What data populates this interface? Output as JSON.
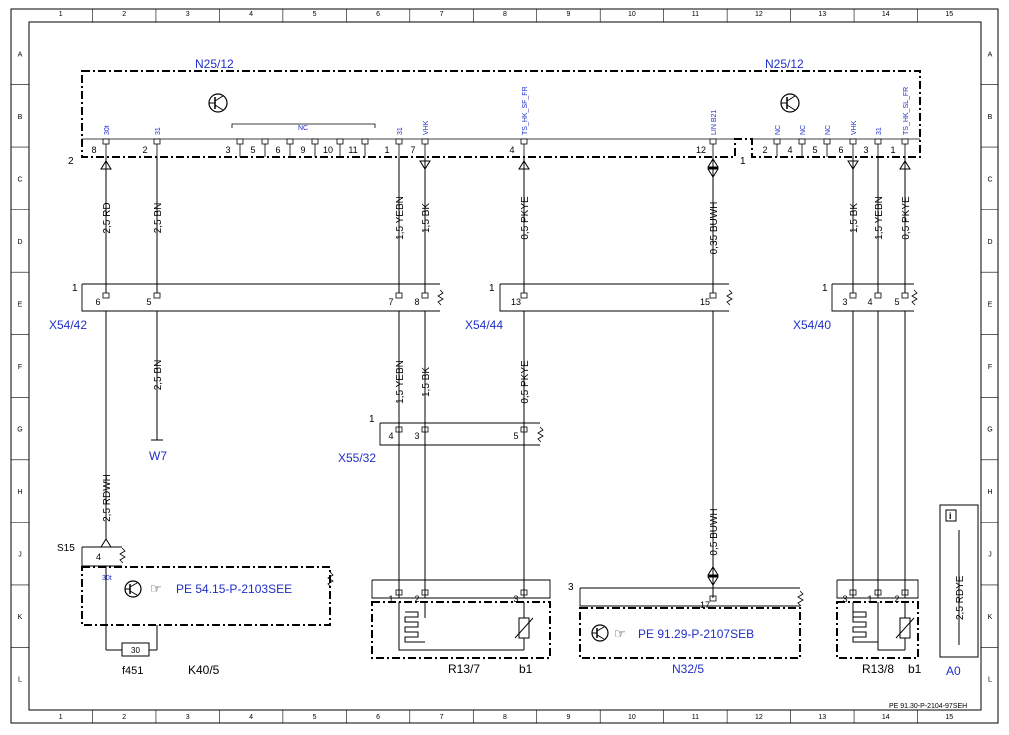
{
  "grid": {
    "cols": [
      "1",
      "2",
      "3",
      "4",
      "5",
      "6",
      "7",
      "8",
      "9",
      "10",
      "11",
      "12",
      "13",
      "14",
      "15"
    ],
    "rows": [
      "A",
      "B",
      "C",
      "D",
      "E",
      "F",
      "G",
      "H",
      "J",
      "K",
      "L"
    ]
  },
  "blue": "#1f2fc8",
  "component_main_left": "N25/12",
  "component_main_right": "N25/12",
  "left_pin_group_label": "2",
  "right_pin_group_label": "1",
  "nc_label": "NC",
  "left_pins": [
    {
      "num": "8",
      "sig": "30t"
    },
    {
      "num": "2",
      "sig": "31"
    },
    {
      "num": "3",
      "sig": ""
    },
    {
      "num": "5",
      "sig": ""
    },
    {
      "num": "6",
      "sig": ""
    },
    {
      "num": "9",
      "sig": ""
    },
    {
      "num": "10",
      "sig": ""
    },
    {
      "num": "11",
      "sig": ""
    },
    {
      "num": "1",
      "sig": "31"
    },
    {
      "num": "7",
      "sig": "VHK"
    },
    {
      "num": "4",
      "sig": "TS_HK_SF_FR"
    },
    {
      "num": "12",
      "sig": "LIN B21"
    }
  ],
  "right_pins": [
    {
      "num": "2",
      "sig": "NC"
    },
    {
      "num": "4",
      "sig": "NC"
    },
    {
      "num": "5",
      "sig": "NC"
    },
    {
      "num": "6",
      "sig": "VHK"
    },
    {
      "num": "3",
      "sig": "31"
    },
    {
      "num": "1",
      "sig": "TS_HK_SL_FR"
    }
  ],
  "wires_upper": [
    "2,5 RD",
    "2,5 BN",
    "1,5 YEBN",
    "1,5 BK",
    "0,5 PKYE",
    "0,35 BUWH",
    "1,5 BK",
    "1,5 YEBN",
    "0,5 PKYE"
  ],
  "connectors": {
    "x5442": {
      "name": "X54/42",
      "idx": "1",
      "pins": [
        "6",
        "5",
        "7",
        "8"
      ]
    },
    "x5444": {
      "name": "X54/44",
      "idx": "1",
      "pins": [
        "13",
        "15"
      ]
    },
    "x5440": {
      "name": "X54/40",
      "idx": "1",
      "pins": [
        "3",
        "4",
        "5"
      ]
    },
    "x5532": {
      "name": "X55/32",
      "idx": "1",
      "pins": [
        "4",
        "3",
        "5"
      ]
    }
  },
  "wires_mid": [
    "2,5 BN",
    "1,5 YEBN",
    "1,5 BK",
    "0,5 PKYE"
  ],
  "ground": "W7",
  "wire_rdwh": "2,5 RDWH",
  "wire_buwh": "0,5 BUWH",
  "k40": {
    "conn": "S15",
    "pin": "4",
    "sig": "30t",
    "ref": "PE 54.15-P-2103SEE",
    "fuse": "30",
    "fuse_name": "f451",
    "name": "K40/5"
  },
  "r137": {
    "pins": [
      "1",
      "2",
      "3"
    ],
    "name": "R13/7",
    "sensor": "b1"
  },
  "n32": {
    "idx": "3",
    "pin": "17",
    "ref": "PE 91.29-P-2107SEB",
    "name": "N32/5"
  },
  "r138": {
    "pins": [
      "3",
      "1",
      "2"
    ],
    "name": "R13/8",
    "sensor": "b1"
  },
  "info": {
    "wire": "2,5 RDYE",
    "name": "A0"
  },
  "footer": "PE 91.30-P-2104-97SEH"
}
